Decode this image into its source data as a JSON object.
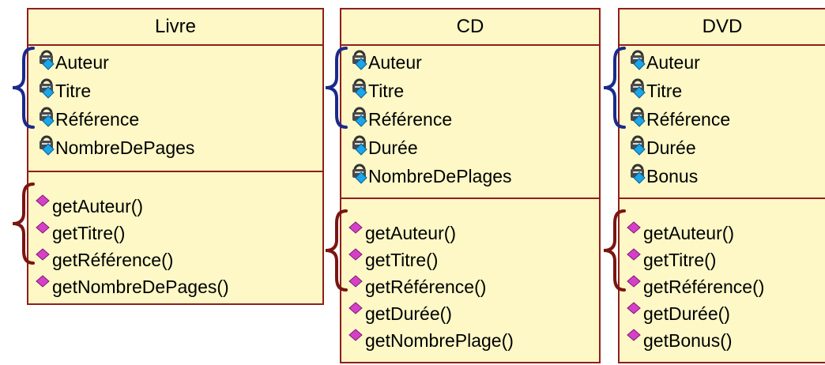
{
  "colors": {
    "box_fill": "#fdf8c6",
    "box_border": "#8f1e1e",
    "attribute_brace": "#1a2a8a",
    "method_brace": "#7a1510",
    "attribute_icon": "#1aa6e8",
    "method_icon": "#d640c8"
  },
  "classes": [
    {
      "name": "Livre",
      "attributes": [
        "Auteur",
        "Titre",
        "Référence",
        "NombreDePages"
      ],
      "methods": [
        "getAuteur()",
        "getTitre()",
        "getRéférence()",
        "getNombreDePages()"
      ]
    },
    {
      "name": "CD",
      "attributes": [
        "Auteur",
        "Titre",
        "Référence",
        "Durée",
        "NombreDePlages"
      ],
      "methods": [
        "getAuteur()",
        "getTitre()",
        "getRéférence()",
        "getDurée()",
        "getNombrePlage()"
      ]
    },
    {
      "name": "DVD",
      "attributes": [
        "Auteur",
        "Titre",
        "Référence",
        "Durée",
        "Bonus"
      ],
      "methods": [
        "getAuteur()",
        "getTitre()",
        "getRéférence()",
        "getDurée()",
        "getBonus()"
      ]
    }
  ]
}
